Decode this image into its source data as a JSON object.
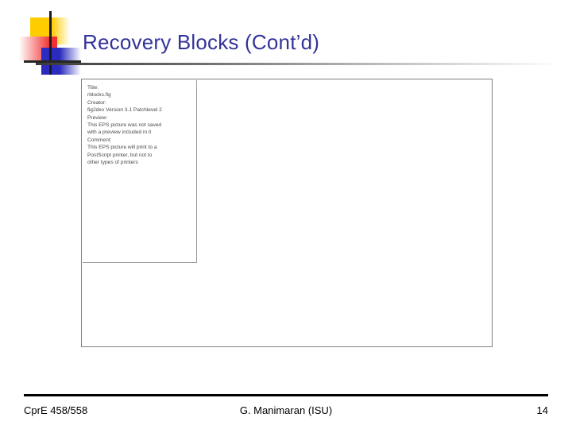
{
  "slide": {
    "title": "Recovery Blocks (Cont’d)",
    "title_color": "#333399"
  },
  "logo": {
    "yellow_color": "#ffcc00",
    "red_color": "#f23030",
    "blue_color": "#2b2bbf",
    "crosshair_color": "#1a1a22"
  },
  "picture_placeholder": {
    "lines": [
      "Title:",
      "rblocks.fig",
      "Creator:",
      "fig2dev Version 3.1 Patchlevel 2",
      "Preview:",
      "This EPS picture was not saved",
      "with a preview included in it",
      "Comment:",
      "This EPS picture will print to a",
      "PostScript printer, but not to",
      "other types of printers"
    ]
  },
  "footer": {
    "course": "CprE 458/558",
    "presenter": "G. Manimaran (ISU)",
    "page_number": "14"
  }
}
